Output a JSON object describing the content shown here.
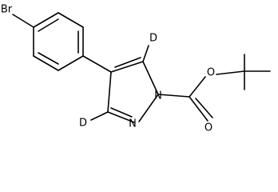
{
  "molecule": {
    "atoms": {
      "bromine": "Br",
      "deuterium_c5": "D",
      "deuterium_c3": "D",
      "ring_nitrogen_n2": "N",
      "ring_nitrogen_n1": "N",
      "ester_oxygen": "O",
      "carbonyl_oxygen": "O"
    }
  }
}
